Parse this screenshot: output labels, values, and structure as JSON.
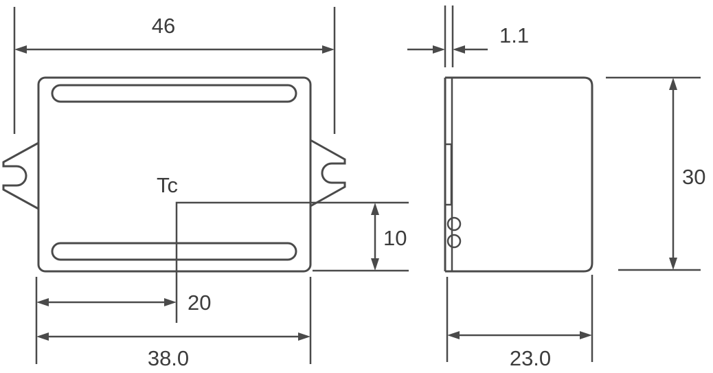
{
  "dimensions": {
    "overall_width": "46",
    "body_width": "38.0",
    "tc_offset_x": "20",
    "tc_offset_y": "10",
    "height": "30",
    "depth": "23.0",
    "flange_thickness": "1.1"
  },
  "tc_label": "Tc"
}
